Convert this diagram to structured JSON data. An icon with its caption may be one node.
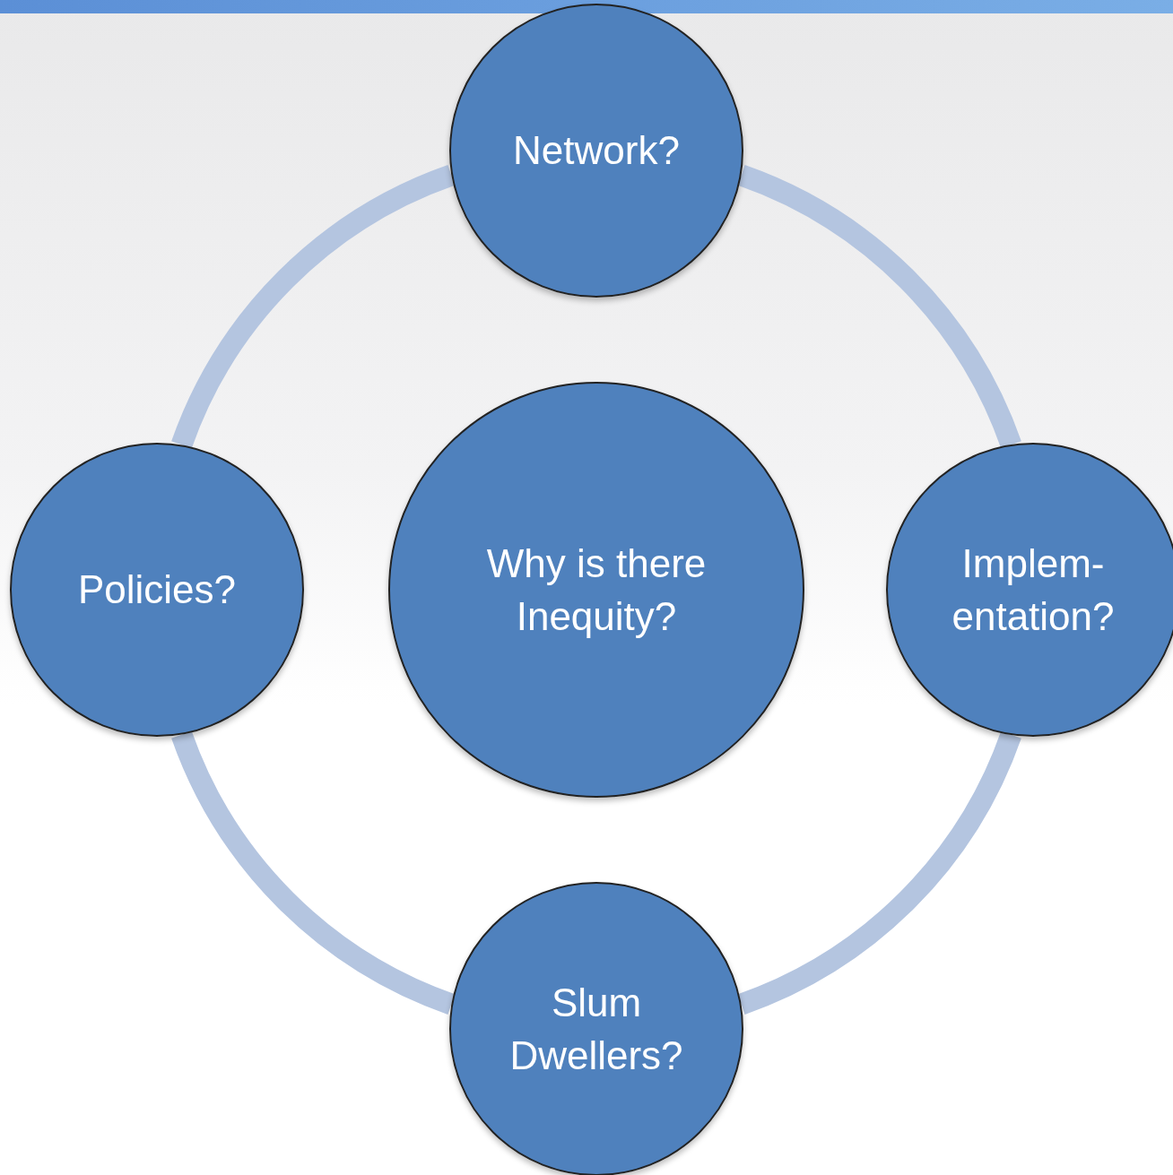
{
  "diagram": {
    "nodes": [
      {
        "text": [
          "Network?"
        ]
      },
      {
        "text": [
          "Policies?"
        ]
      },
      {
        "text": [
          "Why is there Inequity?"
        ]
      },
      {
        "text": [
          "Implem- entation?"
        ]
      },
      {
        "text": [
          "Slum Dwellers?"
        ]
      }
    ],
    "edges": [
      {
        "from": 0,
        "to": 3,
        "arrow": "none"
      },
      {
        "from": 3,
        "to": 4,
        "arrow": "none"
      },
      {
        "from": 4,
        "to": 1,
        "arrow": "none"
      },
      {
        "from": 1,
        "to": 0,
        "arrow": "none"
      }
    ]
  }
}
